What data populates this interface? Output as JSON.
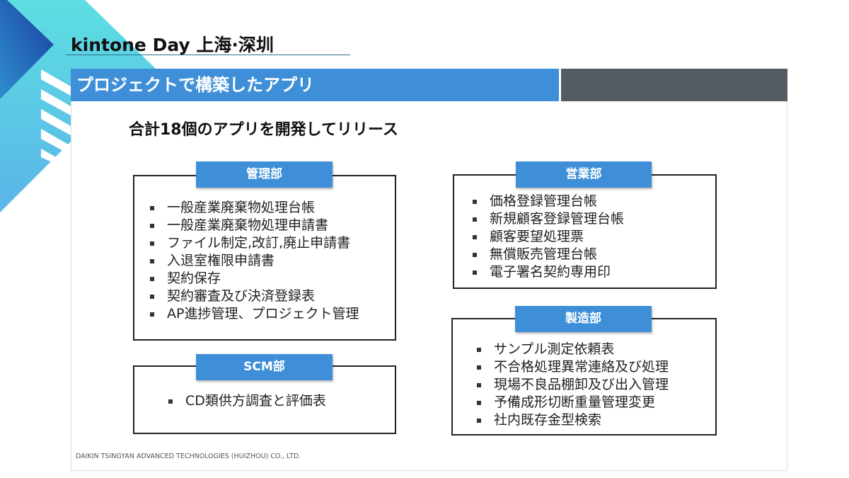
{
  "event_title": "kintone Day 上海·深圳",
  "header": "プロジェクトで構築したアプリ",
  "subtitle": "合計18個のアプリを開発してリリース",
  "departments": {
    "kanri": {
      "label": "管理部",
      "items": [
        "一般産業廃棄物処理台帳",
        "一般産業廃棄物処理申請書",
        "ファイル制定,改訂,廃止申請書",
        "入退室権限申請書",
        "契約保存",
        "契約審査及び決済登録表",
        "AP進捗管理、プロジェクト管理"
      ]
    },
    "scm": {
      "label": "SCM部",
      "items": [
        "CD類供方調査と評価表"
      ]
    },
    "eigyo": {
      "label": "営業部",
      "items": [
        "価格登録管理台帳",
        "新規顧客登録管理台帳",
        "顧客要望処理票",
        "無償販売管理台帳",
        "電子署名契約専用印"
      ]
    },
    "seizo": {
      "label": "製造部",
      "items": [
        "サンプル測定依頼表",
        "不合格処理異常連絡及び処理",
        "現場不良品棚卸及び出入管理",
        "予備成形切断重量管理変更",
        "社内既存金型検索"
      ]
    }
  },
  "footer": "DAIKIN TSINGYAN ADVANCED TECHNOLOGIES (HUIZHOU) CO., LTD.",
  "colors": {
    "accent": "#3f8fd8",
    "cyan": "#5ddbe0",
    "navy": "#1a3fa0",
    "gray": "#545b62"
  }
}
